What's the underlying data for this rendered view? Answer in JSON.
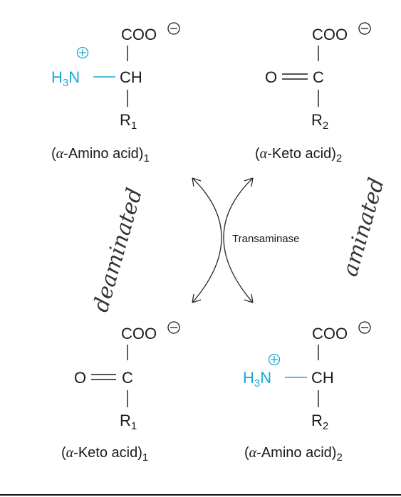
{
  "groups": {
    "top_left": {
      "carboxylate": "COO",
      "amine": "H",
      "amine_sub": "3",
      "amine_n": "N",
      "carbon": "CH",
      "r": "R",
      "r_sub": "1"
    },
    "top_right": {
      "carboxylate": "COO",
      "oxygen": "O",
      "carbon": "C",
      "r": "R",
      "r_sub": "2"
    },
    "bottom_left": {
      "carboxylate": "COO",
      "oxygen": "O",
      "carbon": "C",
      "r": "R",
      "r_sub": "1"
    },
    "bottom_right": {
      "carboxylate": "COO",
      "amine": "H",
      "amine_sub": "3",
      "amine_n": "N",
      "carbon": "CH",
      "r": "R",
      "r_sub": "2"
    }
  },
  "captions": {
    "top_left": {
      "open": "(",
      "greek": "α",
      "text": "-Amino acid)",
      "sub": "1"
    },
    "top_right": {
      "open": "(",
      "greek": "α",
      "text": "-Keto acid)",
      "sub": "2"
    },
    "bottom_left": {
      "open": "(",
      "greek": "α",
      "text": "-Keto acid)",
      "sub": "1"
    },
    "bottom_right": {
      "open": "(",
      "greek": "α",
      "text": "-Amino acid)",
      "sub": "2"
    }
  },
  "enzyme": "Transaminase",
  "handwriting": {
    "left": "deaminated",
    "right": "aminated"
  },
  "colors": {
    "ink": "#1a1a1a",
    "amine": "#1aa9d6"
  }
}
